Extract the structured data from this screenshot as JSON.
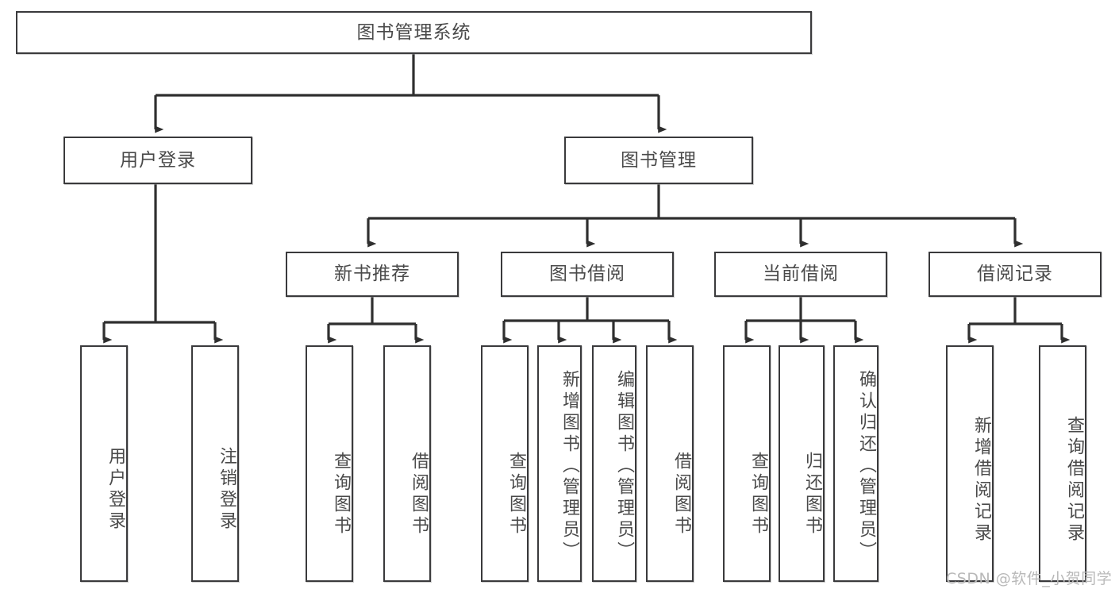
{
  "diagram": {
    "title_node": {
      "label": "图书管理系统"
    },
    "level2": [
      {
        "id": "user-login",
        "label": "用户登录"
      },
      {
        "id": "book-manage",
        "label": "图书管理"
      }
    ],
    "level3": [
      {
        "id": "new-book-recommend",
        "label": "新书推荐"
      },
      {
        "id": "book-borrow",
        "label": "图书借阅"
      },
      {
        "id": "current-borrow",
        "label": "当前借阅"
      },
      {
        "id": "borrow-record",
        "label": "借阅记录"
      }
    ],
    "leaves": {
      "user_login": [
        {
          "id": "leaf-user-login",
          "label": "用户登录"
        },
        {
          "id": "leaf-logout-login",
          "label": "注销登录"
        }
      ],
      "new_book_recommend": [
        {
          "id": "leaf-query-book-1",
          "label": "查询图书"
        },
        {
          "id": "leaf-borrow-book-1",
          "label": "借阅图书"
        }
      ],
      "book_borrow": [
        {
          "id": "leaf-query-book-2",
          "label": "查询图书"
        },
        {
          "id": "leaf-add-book",
          "label": "新增图书（管理员）"
        },
        {
          "id": "leaf-edit-book",
          "label": "编辑图书（管理员）"
        },
        {
          "id": "leaf-borrow-book-2",
          "label": "借阅图书"
        }
      ],
      "current_borrow": [
        {
          "id": "leaf-query-book-3",
          "label": "查询图书"
        },
        {
          "id": "leaf-return-book",
          "label": "归还图书"
        },
        {
          "id": "leaf-confirm-return",
          "label": "确认归还（管理员）"
        }
      ],
      "borrow_record": [
        {
          "id": "leaf-add-record",
          "label": "新增借阅记录"
        },
        {
          "id": "leaf-query-record",
          "label": "查询借阅记录"
        }
      ]
    },
    "watermark": "CSDN @软件_小贺同学",
    "colors": {
      "border": "#3a3a3c",
      "text": "#4a4a4a",
      "background": "#ffffff",
      "connector": "#2f2f2f",
      "watermark": "#b9b9b9"
    }
  }
}
